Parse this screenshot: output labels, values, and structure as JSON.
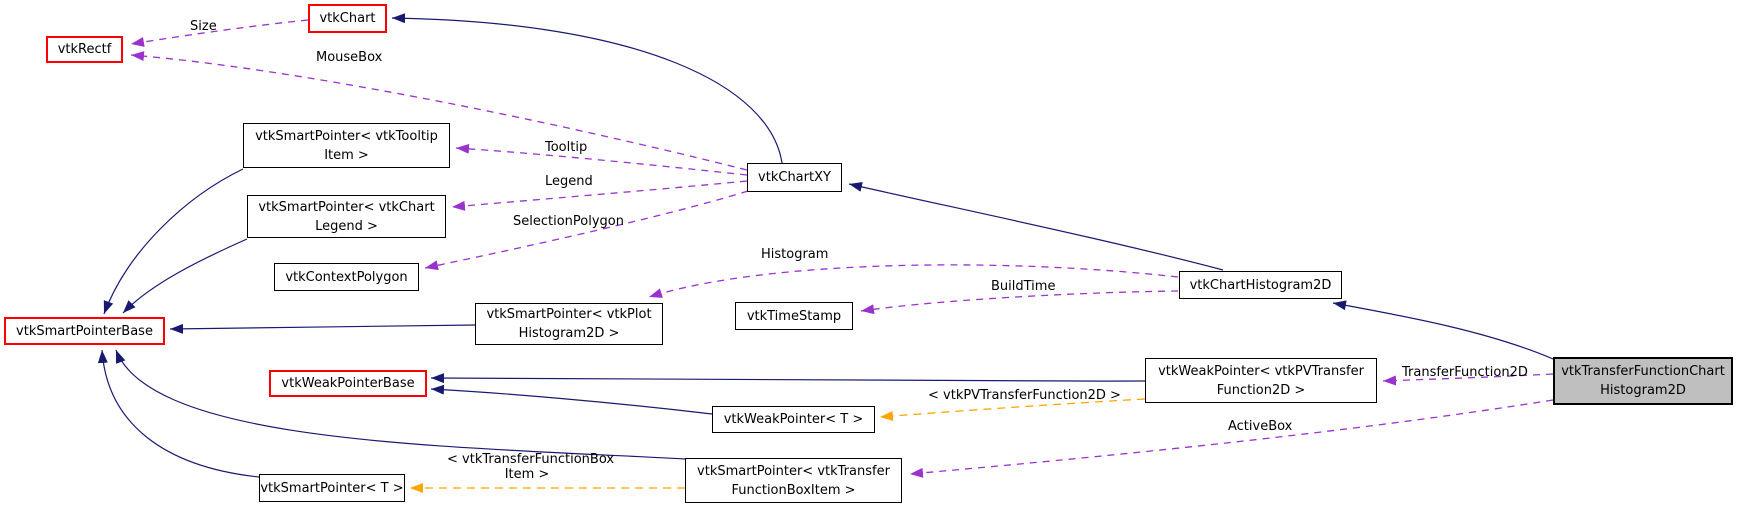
{
  "diagram": {
    "title": "vtkTransferFunctionChartHistogram2D collaboration graph",
    "colors": {
      "inheritance_arrow": "#191970",
      "usage_arrow": "#9a32cd",
      "template_arrow": "#ffa500",
      "truncated_node_border": "#ff0000",
      "node_border": "#000000",
      "node_fill": "#ffffff",
      "main_node_fill": "#bfbfbf",
      "background": "#ffffff"
    },
    "nodes": [
      {
        "id": "vtkRectf",
        "style": "truncated",
        "lines": [
          "vtkRectf"
        ]
      },
      {
        "id": "vtkChart",
        "style": "truncated",
        "lines": [
          "vtkChart"
        ]
      },
      {
        "id": "vtkSmartPointerTooltipItem",
        "style": "normal",
        "lines": [
          "vtkSmartPointer< vtkTooltip",
          "Item >"
        ]
      },
      {
        "id": "vtkSmartPointerChartLegend",
        "style": "normal",
        "lines": [
          "vtkSmartPointer< vtkChart",
          "Legend >"
        ]
      },
      {
        "id": "vtkContextPolygon",
        "style": "normal",
        "lines": [
          "vtkContextPolygon"
        ]
      },
      {
        "id": "vtkSmartPointerBase",
        "style": "truncated",
        "lines": [
          "vtkSmartPointerBase"
        ]
      },
      {
        "id": "vtkSmartPointerPlotHistogram2D",
        "style": "normal",
        "lines": [
          "vtkSmartPointer< vtkPlot",
          "Histogram2D >"
        ]
      },
      {
        "id": "vtkWeakPointerBase",
        "style": "truncated",
        "lines": [
          "vtkWeakPointerBase"
        ]
      },
      {
        "id": "vtkWeakPointerT",
        "style": "normal",
        "lines": [
          "vtkWeakPointer< T >"
        ]
      },
      {
        "id": "vtkSmartPointerT",
        "style": "normal",
        "lines": [
          "vtkSmartPointer< T >"
        ]
      },
      {
        "id": "vtkSmartPointerTransferFunctionBoxItem",
        "style": "normal",
        "lines": [
          "vtkSmartPointer< vtkTransfer",
          "FunctionBoxItem >"
        ]
      },
      {
        "id": "vtkChartXY",
        "style": "normal",
        "lines": [
          "vtkChartXY"
        ]
      },
      {
        "id": "vtkTimeStamp",
        "style": "normal",
        "lines": [
          "vtkTimeStamp"
        ]
      },
      {
        "id": "vtkChartHistogram2D",
        "style": "normal",
        "lines": [
          "vtkChartHistogram2D"
        ]
      },
      {
        "id": "vtkWeakPointerPVTransferFunction2D",
        "style": "normal",
        "lines": [
          "vtkWeakPointer< vtkPVTransfer",
          "Function2D >"
        ]
      },
      {
        "id": "vtkTransferFunctionChartHistogram2D",
        "style": "main",
        "lines": [
          "vtkTransferFunctionChart",
          "Histogram2D"
        ]
      }
    ],
    "edge_labels": [
      {
        "text": "Size"
      },
      {
        "text": "MouseBox"
      },
      {
        "text": "Tooltip"
      },
      {
        "text": "Legend"
      },
      {
        "text": "SelectionPolygon"
      },
      {
        "text": "Histogram"
      },
      {
        "text": "BuildTime"
      },
      {
        "text": "TransferFunction2D"
      },
      {
        "text": "ActiveBox"
      },
      {
        "text": "< vtkPVTransferFunction2D >"
      },
      {
        "lines": [
          "< vtkTransferFunctionBox",
          "Item >"
        ]
      }
    ],
    "edges": [
      {
        "from": "vtkChartXY",
        "to": "vtkChart",
        "type": "inheritance"
      },
      {
        "from": "vtkChartHistogram2D",
        "to": "vtkChartXY",
        "type": "inheritance"
      },
      {
        "from": "vtkTransferFunctionChartHistogram2D",
        "to": "vtkChartHistogram2D",
        "type": "inheritance"
      },
      {
        "from": "vtkSmartPointerTooltipItem",
        "to": "vtkSmartPointerBase",
        "type": "inheritance"
      },
      {
        "from": "vtkSmartPointerChartLegend",
        "to": "vtkSmartPointerBase",
        "type": "inheritance"
      },
      {
        "from": "vtkSmartPointerPlotHistogram2D",
        "to": "vtkSmartPointerBase",
        "type": "inheritance"
      },
      {
        "from": "vtkSmartPointerT",
        "to": "vtkSmartPointerBase",
        "type": "inheritance"
      },
      {
        "from": "vtkSmartPointerTransferFunctionBoxItem",
        "to": "vtkSmartPointerBase",
        "type": "inheritance"
      },
      {
        "from": "vtkWeakPointerT",
        "to": "vtkWeakPointerBase",
        "type": "inheritance"
      },
      {
        "from": "vtkWeakPointerPVTransferFunction2D",
        "to": "vtkWeakPointerBase",
        "type": "inheritance"
      },
      {
        "from": "vtkChart",
        "to": "vtkRectf",
        "type": "usage",
        "label": "Size"
      },
      {
        "from": "vtkChartXY",
        "to": "vtkRectf",
        "type": "usage",
        "label": "MouseBox"
      },
      {
        "from": "vtkChartXY",
        "to": "vtkSmartPointerTooltipItem",
        "type": "usage",
        "label": "Tooltip"
      },
      {
        "from": "vtkChartXY",
        "to": "vtkSmartPointerChartLegend",
        "type": "usage",
        "label": "Legend"
      },
      {
        "from": "vtkChartXY",
        "to": "vtkContextPolygon",
        "type": "usage",
        "label": "SelectionPolygon"
      },
      {
        "from": "vtkChartHistogram2D",
        "to": "vtkSmartPointerPlotHistogram2D",
        "type": "usage",
        "label": "Histogram"
      },
      {
        "from": "vtkChartHistogram2D",
        "to": "vtkTimeStamp",
        "type": "usage",
        "label": "BuildTime"
      },
      {
        "from": "vtkTransferFunctionChartHistogram2D",
        "to": "vtkWeakPointerPVTransferFunction2D",
        "type": "usage",
        "label": "TransferFunction2D"
      },
      {
        "from": "vtkTransferFunctionChartHistogram2D",
        "to": "vtkSmartPointerTransferFunctionBoxItem",
        "type": "usage",
        "label": "ActiveBox"
      },
      {
        "from": "vtkWeakPointerPVTransferFunction2D",
        "to": "vtkWeakPointerT",
        "type": "template",
        "label": "< vtkPVTransferFunction2D >"
      },
      {
        "from": "vtkSmartPointerTransferFunctionBoxItem",
        "to": "vtkSmartPointerT",
        "type": "template",
        "label": "< vtkTransferFunctionBox Item >"
      }
    ]
  }
}
